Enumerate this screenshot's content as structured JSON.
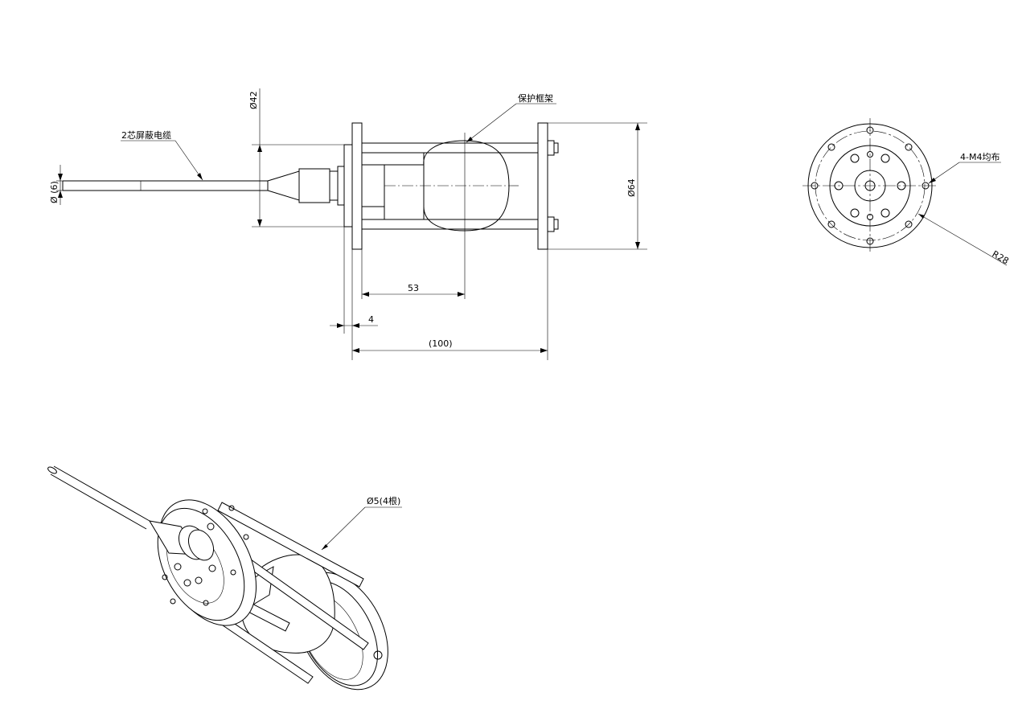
{
  "labels": {
    "cable": "2芯屏蔽电缆",
    "frame": "保护框架",
    "holes": "4-M4均布",
    "rods": "Ø5(4根)"
  },
  "dimensions": {
    "d42": "Ø42",
    "d64": "Ø64",
    "d6": "Ø (6)",
    "l53": "53",
    "l4": "4",
    "l100": "(100)",
    "r28": "R28"
  }
}
